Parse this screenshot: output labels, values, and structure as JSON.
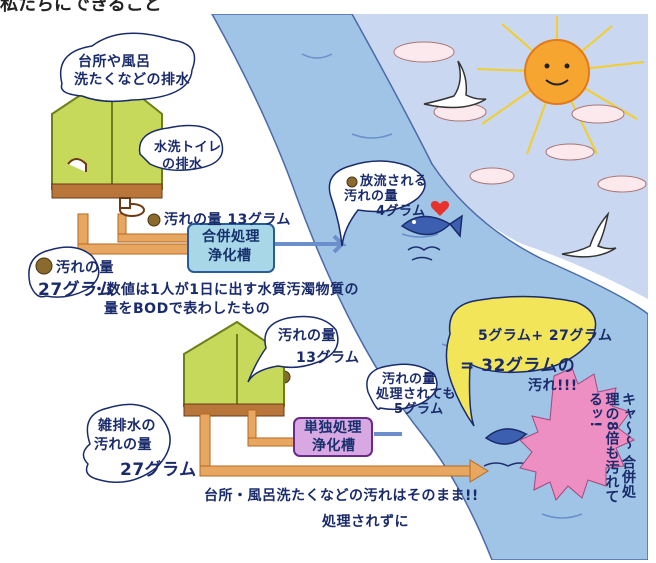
{
  "top_title": "私たちにできること",
  "upper": {
    "house_bubble": [
      "台所や風呂",
      "洗たくなどの排水"
    ],
    "toilet_bubble": [
      "水洗トイレ",
      "の排水"
    ],
    "dirt_13": "汚れの量 13グラム",
    "dirt_27": [
      "汚れの量",
      "27グラム"
    ],
    "tank": [
      "合併処理",
      "浄化槽"
    ],
    "released": [
      "放流される",
      "汚れの量",
      "4グラム"
    ],
    "note": [
      "・数値は1人が1日に出す水質汚濁物質の",
      "量をBODで表わしたもの"
    ]
  },
  "lower": {
    "dirt_13": [
      "汚れの量",
      "13グラム"
    ],
    "zatsu": [
      "雑排水の",
      "汚れの量",
      "27グラム"
    ],
    "tank": [
      "単独処理",
      "浄化槽"
    ],
    "treated": [
      "汚れの量",
      "処理されても",
      "5グラム"
    ],
    "sum_line1": "5グラム+ 27グラム",
    "sum_line2": "= 32グラムの",
    "sum_line3": "汚れ!!!",
    "pink": "キャ〜〜 合併処理の8倍も汚れてるッ!",
    "untreated": "台所・風呂洗たくなどの汚れはそのまま!!",
    "untreated2": "処理されずに"
  },
  "colors": {
    "river": "#9fc4e6",
    "sky": "#c9d8f0",
    "pipe": "#e7a760",
    "house": "#c6d95a",
    "tank": "#a8d8e8",
    "tank_lower": "#d8a8e2",
    "sun": "#f2cd2b",
    "pink": "#ee8fc3",
    "yellow_bubble": "#f2e55a",
    "dirt": "#8b6a2e",
    "ink": "#1a2b6b"
  },
  "icons": [
    "sun-icon",
    "cloud-icon",
    "bird-icon",
    "fish-icon",
    "heart-icon",
    "house-icon",
    "faucet-icon",
    "toilet-icon",
    "dirt-ball-icon"
  ]
}
